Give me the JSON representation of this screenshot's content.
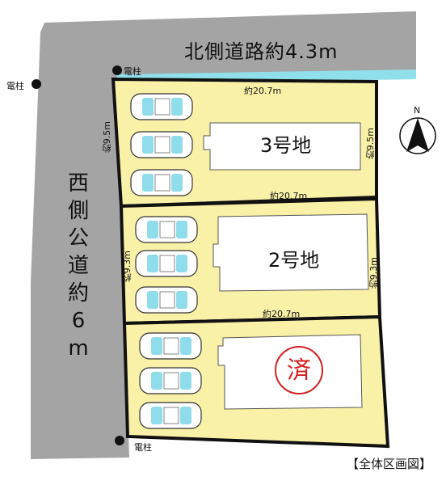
{
  "roads": {
    "north": "北側道路約4.3m",
    "west": "西側公道約6m"
  },
  "poles": {
    "top": "電柱",
    "left": "電柱",
    "bottom": "電柱"
  },
  "lots": [
    {
      "name": "3号地",
      "top_width": "約20.7m",
      "bottom_width": "約20.7m",
      "left_depth": "約9.5m",
      "right_depth": "約9.5m"
    },
    {
      "name": "2号地",
      "bottom_width": "約20.7m",
      "left_depth": "約9.3m",
      "right_depth": "約9.3m"
    },
    {
      "name": "",
      "stamp": "済"
    }
  ],
  "compass": {
    "label": "N"
  },
  "caption": "【全体区画図】",
  "colors": {
    "road": "#a4a4a4",
    "lot": "#faf1a8",
    "border": "#111111",
    "building": "#ffffff",
    "stamp": "#d22020",
    "waterline": "#8fe0ea"
  }
}
